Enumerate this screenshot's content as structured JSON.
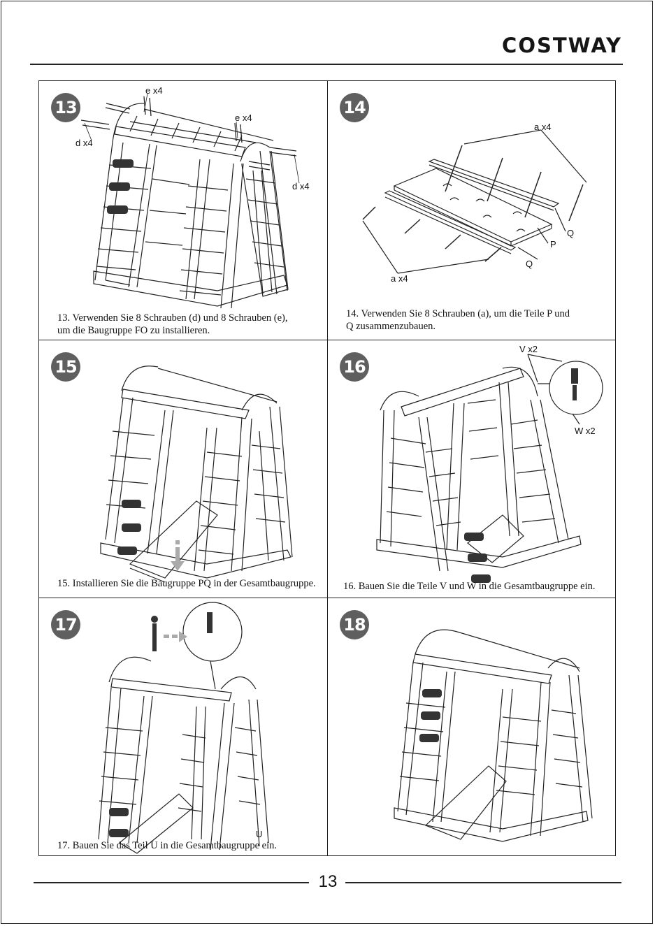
{
  "header": {
    "brand": "COSTWAY"
  },
  "steps": [
    {
      "number": "13",
      "caption_lines": [
        "13. Verwenden Sie 8 Schrauben (d) und 8 Schrauben (e),",
        "um die Baugruppe FO zu installieren."
      ],
      "labels": {
        "e_top": "e  x4",
        "e_right": "e  x4",
        "d_left": "d  x4",
        "d_right": "d  x4"
      }
    },
    {
      "number": "14",
      "caption_lines": [
        "14. Verwenden Sie 8 Schrauben (a), um die Teile P und",
        "Q zusammenzubauen."
      ],
      "labels": {
        "a_top": "a  x4",
        "a_bottom": "a  x4",
        "q_right": "Q",
        "p": "P",
        "q_bottom": "Q"
      }
    },
    {
      "number": "15",
      "caption_lines": [
        "15. Installieren Sie die Baugruppe PQ in der Gesamtbaugruppe."
      ]
    },
    {
      "number": "16",
      "caption_lines": [
        "16. Bauen Sie die Teile V und W in die Gesamtbaugruppe ein."
      ],
      "labels": {
        "v": "V  x2",
        "w": "W  x2"
      }
    },
    {
      "number": "17",
      "caption_lines": [
        "17. Bauen Sie das Teil U in die Gesamtbaugruppe ein."
      ],
      "labels": {
        "u": "U"
      }
    },
    {
      "number": "18",
      "caption_lines": []
    }
  ],
  "footer": {
    "page_number": "13"
  }
}
